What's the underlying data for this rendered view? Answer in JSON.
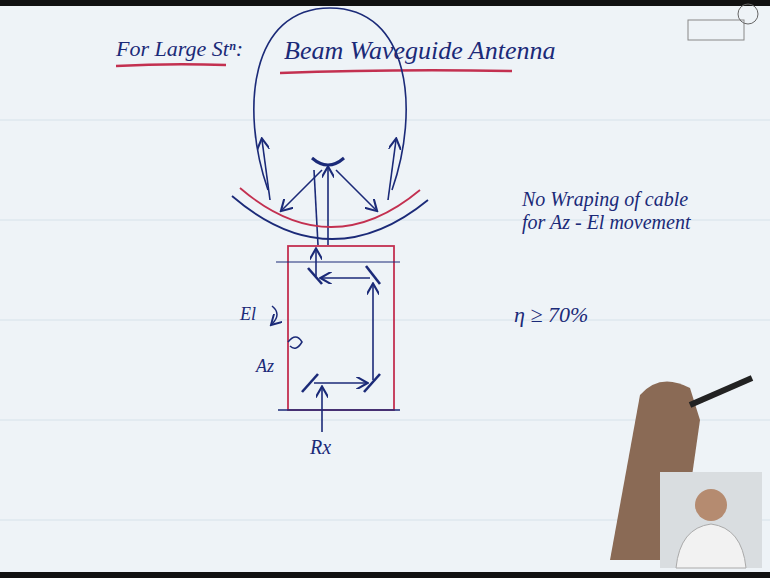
{
  "diagram": {
    "title": "Beam Waveguide Antenna",
    "labels": [
      "For Large Stⁿ:",
      "No Wraping of cable for Az - El movement",
      "η ≥ 70%",
      "El",
      "Az",
      "Rx"
    ]
  }
}
